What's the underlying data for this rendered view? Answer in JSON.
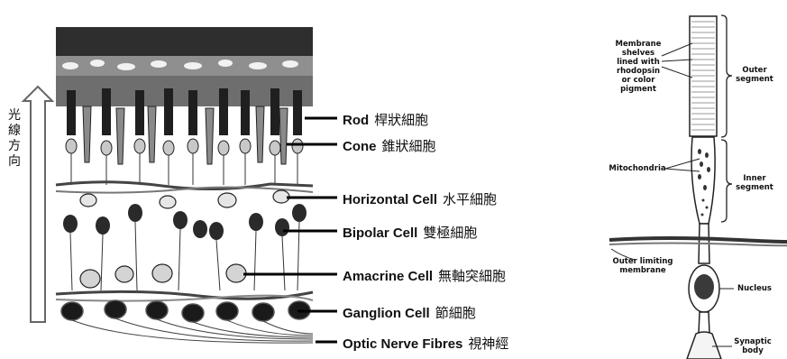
{
  "left_diagram": {
    "direction_label": "光線方向",
    "labels": [
      {
        "en": "Rod",
        "zh": "桿狀細胞"
      },
      {
        "en": "Cone",
        "zh": "錐狀細胞"
      },
      {
        "en": "Horizontal Cell",
        "zh": "水平細胞"
      },
      {
        "en": "Bipolar Cell",
        "zh": "雙極細胞"
      },
      {
        "en": "Amacrine Cell",
        "zh": "無軸突細胞"
      },
      {
        "en": "Ganglion Cell",
        "zh": "節細胞"
      },
      {
        "en": "Optic Nerve Fibres",
        "zh": "視神經"
      }
    ]
  },
  "right_diagram": {
    "membrane_note": "Membrane\nshelves\nlined with\nrhodopsin\nor color\npigment",
    "outer_segment": "Outer\nsegment",
    "inner_segment": "Inner\nsegment",
    "mitochondria": "Mitochondria",
    "outer_limiting_membrane": "Outer limiting\nmembrane",
    "nucleus": "Nucleus",
    "synaptic_body": "Synaptic\nbody"
  }
}
